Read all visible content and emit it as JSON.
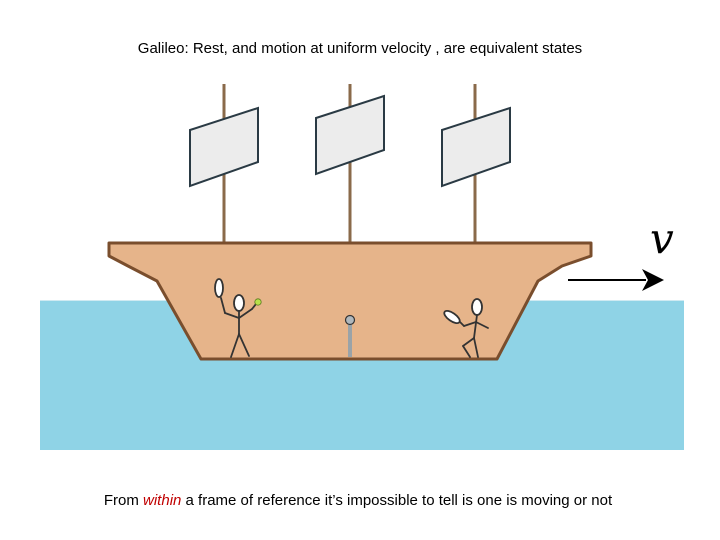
{
  "title": "Galileo: Rest, and motion at uniform velocity , are equivalent states",
  "velocity_label": "v",
  "caption": {
    "before": "From ",
    "highlight": "within",
    "after": " a frame of reference it’s impossible to tell is one is moving or not"
  },
  "colors": {
    "water": "#8fd3e6",
    "hull": "#e6b48a",
    "hull_outline": "#7a4e2d",
    "mast": "#8a6a4a",
    "sail": "#ececec",
    "sail_outline": "#2a3a44",
    "highlight_text": "#c00000",
    "figure": "#333333",
    "ball": "#b8e04a"
  }
}
